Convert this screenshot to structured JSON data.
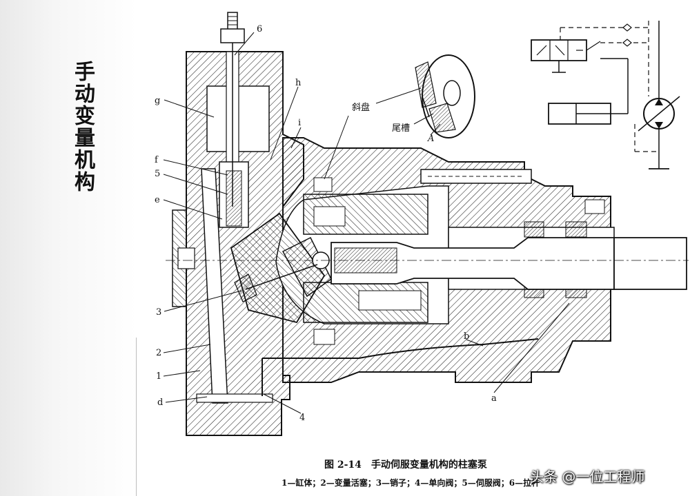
{
  "side_title": "手动变量机构",
  "part_labels": {
    "p6": "6",
    "ph": "h",
    "pg": "g",
    "pi": "i",
    "pf": "f",
    "p5": "5",
    "pe": "e",
    "p3": "3",
    "p2": "2",
    "p1": "1",
    "pd": "d",
    "p4": "4",
    "pb": "b",
    "pa": "a",
    "pA": "A"
  },
  "inset_labels": {
    "swash": "斜盘",
    "tail": "尾槽"
  },
  "caption": "图 2-14　手动伺服变量机构的柱塞泵",
  "legend": "1—缸体；2—变量活塞；3—销子；4—单向阀；5—伺服阀；6—拉杆",
  "watermark": "头条 @一位工程师",
  "colors": {
    "ink": "#111111",
    "hatch": "#222222",
    "background": "#ffffff"
  }
}
